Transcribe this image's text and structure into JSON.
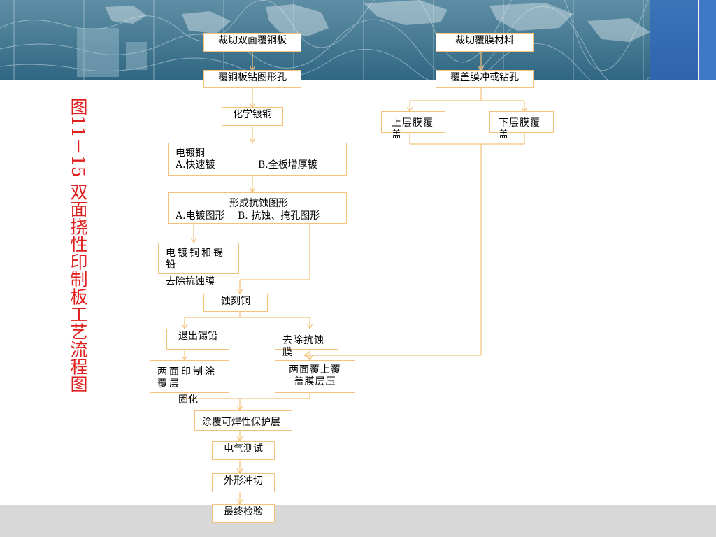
{
  "side_title": "图11－15 双面挠性印制板工艺流程图",
  "boxes": {
    "cut_board": "裁切双面覆铜板",
    "cut_film": "裁切覆膜材料",
    "drill_board": "覆铜板钻图形孔",
    "punch_film": "覆盖膜冲或钻孔",
    "chem_plate": "化学镀铜",
    "upper_film": "上层膜覆盖",
    "lower_film": "下层膜覆盖",
    "electroplate_title": "电镀铜",
    "electroplate_a": "A.快速镀",
    "electroplate_b": "B.全板增厚镀",
    "resist_title": "形成抗蚀图形",
    "resist_ab": "A.电镀图形　 B. 抗蚀、掩孔图形",
    "plate_tin": "电镀铜和锡铅",
    "remove_resist": "去除抗蚀膜",
    "etch": "蚀刻铜",
    "strip_tin": "退出锡铅",
    "remove_resist2": "去除抗蚀膜",
    "print_coat": "两面印制涂覆层",
    "cure": "固化",
    "laminate": "两面覆上覆盖膜层压",
    "solder_mask": "涂覆可焊性保护层",
    "e_test": "电气测试",
    "punch_shape": "外形冲切",
    "final_check": "最终检验"
  },
  "colors": {
    "box_border": "#f4c27a",
    "arrow": "#f4c27a",
    "title": "#e0201e",
    "banner": "#4a7d95"
  }
}
